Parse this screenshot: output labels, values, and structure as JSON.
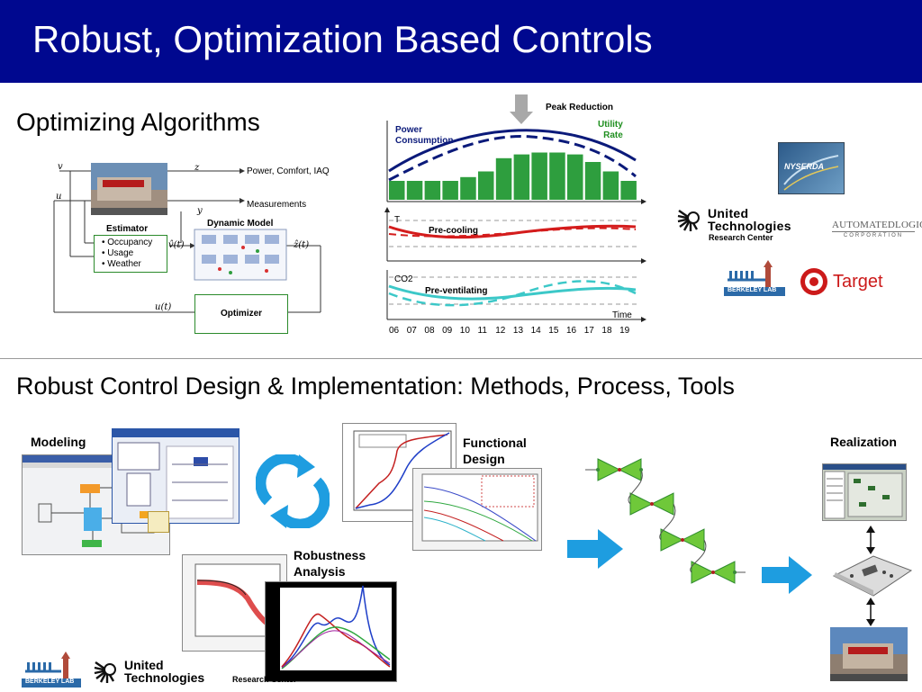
{
  "slide": {
    "title": "Robust, Optimization Based Controls",
    "section1_heading": "Optimizing Algorithms",
    "section2_heading": "Robust Control Design & Implementation: Methods, Process, Tools"
  },
  "block_diagram": {
    "signal_v": "v",
    "signal_u": "u",
    "signal_z": "z",
    "signal_y": "y",
    "output_z_label": "Power, Comfort, IAQ",
    "output_y_label": "Measurements",
    "estimator_title": "Estimator",
    "estimator_items": [
      "• Occupancy",
      "• Usage",
      "• Weather"
    ],
    "dynamic_model_title": "Dynamic Model",
    "v_hat": "v̂(t)",
    "z_hat": "ẑ(t)",
    "u_t": "u(t)",
    "optimizer_label": "Optimizer"
  },
  "peak_chart": {
    "peak_reduction_label": "Peak Reduction",
    "power_label": "Power\nConsumption",
    "utility_label": "Utility\nRate",
    "precooling_label": "Pre-cooling",
    "temp_label": "T",
    "co2_label": "CO2",
    "preventilating_label": "Pre-ventilating",
    "time_label": "Time",
    "hours": [
      "06",
      "07",
      "08",
      "09",
      "10",
      "11",
      "12",
      "13",
      "14",
      "15",
      "16",
      "17",
      "18",
      "19"
    ],
    "colors": {
      "bars": "#2e9e3e",
      "power": "#0b1a7a",
      "temp": "#d41c1c",
      "co2": "#3cc8c8",
      "utility": "#1f8f1f"
    }
  },
  "chart_data": {
    "type": "bar",
    "categories": [
      "06",
      "07",
      "08",
      "09",
      "10",
      "11",
      "12",
      "13",
      "14",
      "15",
      "16",
      "17",
      "18",
      "19"
    ],
    "values": [
      20,
      20,
      20,
      20,
      24,
      30,
      44,
      48,
      50,
      50,
      48,
      40,
      30,
      20
    ],
    "xlabel": "Time",
    "ylabel": "Power Consumption",
    "title": ""
  },
  "partners": {
    "nyserda_label": "NYSERDA",
    "utc_name_line1": "United",
    "utc_name_line2": "Technologies",
    "utc_sub": "Research Center",
    "automatedlogic_label": "AUTOMATEDLOGIC",
    "automatedlogic_sub": "CORPORATION",
    "berkeley_lab_label": "BERKELEY LAB",
    "target_label": "Target"
  },
  "tools": {
    "modeling_label": "Modeling",
    "functional_design_label": "Functional\nDesign",
    "robustness_label": "Robustness\nAnalysis",
    "realization_label": "Realization"
  },
  "footer": {
    "berkeley_lab_label": "BERKELEY LAB",
    "utc_name_line1": "United",
    "utc_name_line2": "Technologies",
    "utc_sub": "Research Center"
  }
}
